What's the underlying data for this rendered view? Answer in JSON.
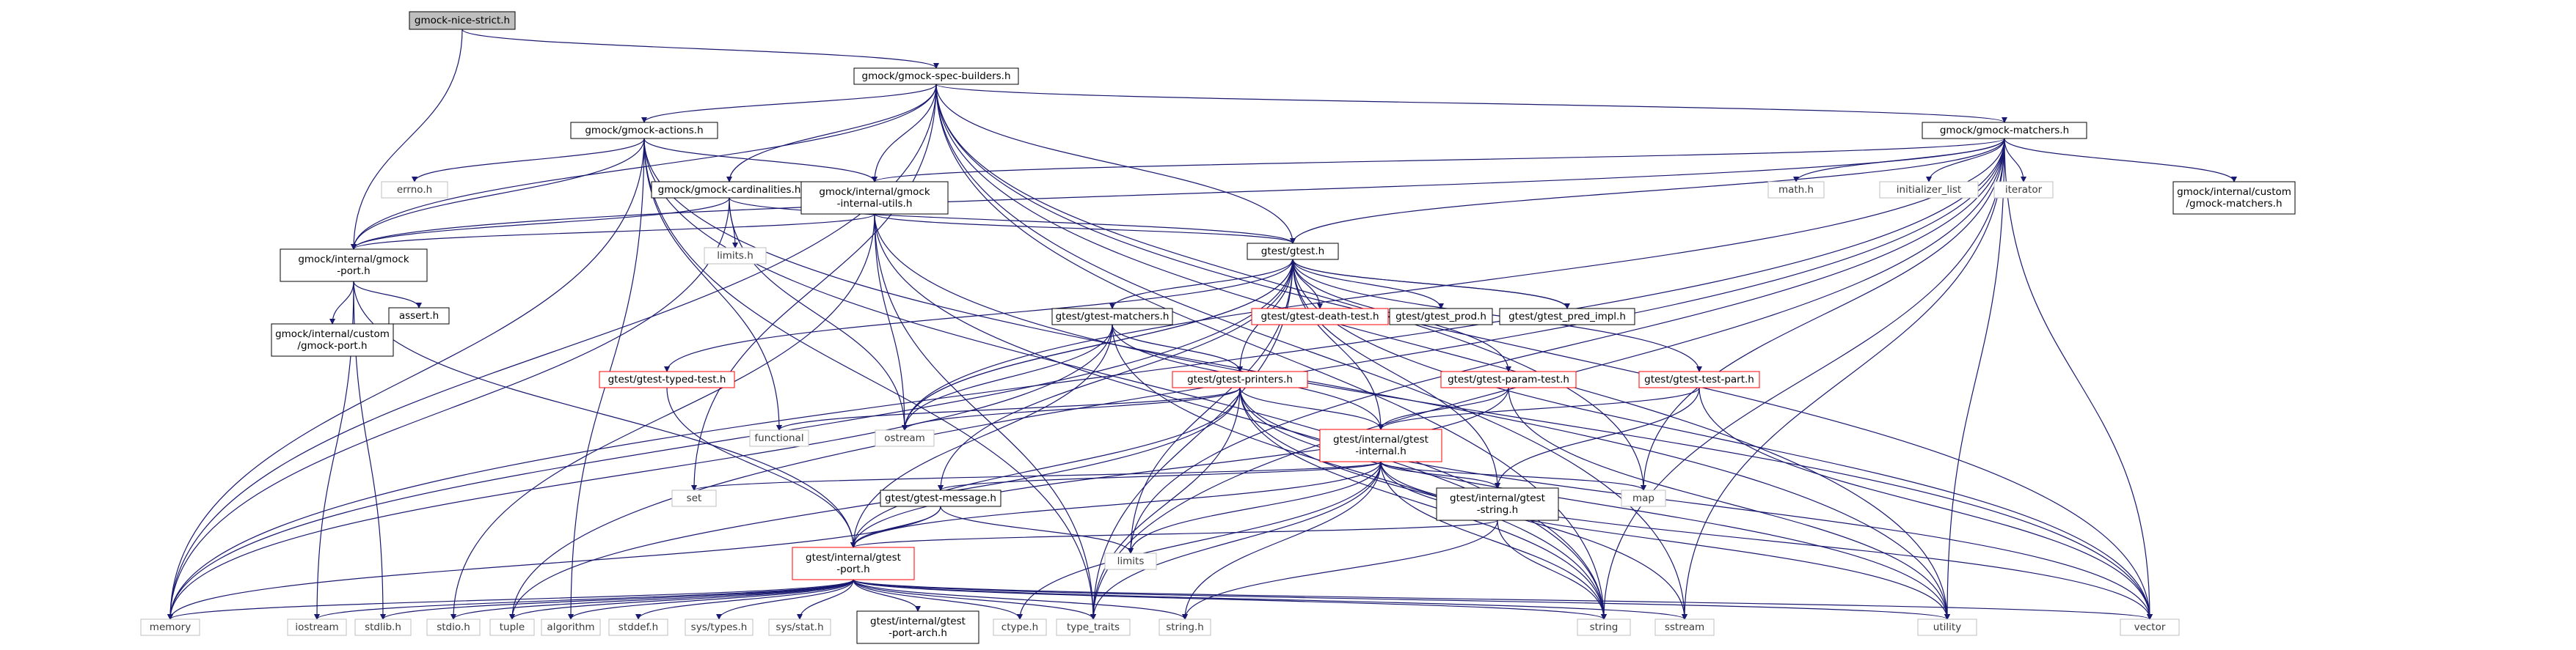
{
  "diagram": {
    "nodes": [
      {
        "id": "root",
        "lines": [
          "gmock-nice-strict.h"
        ],
        "style": "root"
      },
      {
        "id": "specb",
        "lines": [
          "gmock/gmock-spec-builders.h"
        ],
        "style": "doc"
      },
      {
        "id": "actions",
        "lines": [
          "gmock/gmock-actions.h"
        ],
        "style": "doc"
      },
      {
        "id": "matchers",
        "lines": [
          "gmock/gmock-matchers.h"
        ],
        "style": "doc"
      },
      {
        "id": "card",
        "lines": [
          "gmock/gmock-cardinalities.h"
        ],
        "style": "doc"
      },
      {
        "id": "intutils",
        "lines": [
          "gmock/internal/gmock",
          "-internal-utils.h"
        ],
        "style": "doc"
      },
      {
        "id": "gmport",
        "lines": [
          "gmock/internal/gmock",
          "-port.h"
        ],
        "style": "doc"
      },
      {
        "id": "gmcustomport",
        "lines": [
          "gmock/internal/custom",
          "/gmock-port.h"
        ],
        "style": "doc"
      },
      {
        "id": "assert",
        "lines": [
          "assert.h"
        ],
        "style": "doc"
      },
      {
        "id": "errno",
        "lines": [
          "errno.h"
        ],
        "style": "sys"
      },
      {
        "id": "limitsh",
        "lines": [
          "limits.h"
        ],
        "style": "sys"
      },
      {
        "id": "gtest",
        "lines": [
          "gtest/gtest.h"
        ],
        "style": "doc"
      },
      {
        "id": "mathh",
        "lines": [
          "math.h"
        ],
        "style": "sys"
      },
      {
        "id": "initlist",
        "lines": [
          "initializer_list"
        ],
        "style": "sys"
      },
      {
        "id": "iterator",
        "lines": [
          "iterator"
        ],
        "style": "sys"
      },
      {
        "id": "gmcustommatch",
        "lines": [
          "gmock/internal/custom",
          "/gmock-matchers.h"
        ],
        "style": "doc"
      },
      {
        "id": "deathtest",
        "lines": [
          "gtest/gtest-death-test.h"
        ],
        "style": "red"
      },
      {
        "id": "gtprod",
        "lines": [
          "gtest/gtest_prod.h"
        ],
        "style": "doc"
      },
      {
        "id": "predimpl",
        "lines": [
          "gtest/gtest_pred_impl.h"
        ],
        "style": "doc"
      },
      {
        "id": "gtmatchers",
        "lines": [
          "gtest/gtest-matchers.h"
        ],
        "style": "doc"
      },
      {
        "id": "typedtest",
        "lines": [
          "gtest/gtest-typed-test.h"
        ],
        "style": "red"
      },
      {
        "id": "printers",
        "lines": [
          "gtest/gtest-printers.h"
        ],
        "style": "red"
      },
      {
        "id": "paramtest",
        "lines": [
          "gtest/gtest-param-test.h"
        ],
        "style": "red"
      },
      {
        "id": "testpart",
        "lines": [
          "gtest/gtest-test-part.h"
        ],
        "style": "red"
      },
      {
        "id": "functional",
        "lines": [
          "functional"
        ],
        "style": "sys"
      },
      {
        "id": "ostream",
        "lines": [
          "ostream"
        ],
        "style": "sys"
      },
      {
        "id": "gtinternal",
        "lines": [
          "gtest/internal/gtest",
          "-internal.h"
        ],
        "style": "red"
      },
      {
        "id": "set",
        "lines": [
          "set"
        ],
        "style": "sys"
      },
      {
        "id": "message",
        "lines": [
          "gtest/gtest-message.h"
        ],
        "style": "doc"
      },
      {
        "id": "gtstring",
        "lines": [
          "gtest/internal/gtest",
          "-string.h"
        ],
        "style": "doc"
      },
      {
        "id": "map",
        "lines": [
          "map"
        ],
        "style": "sys"
      },
      {
        "id": "limits",
        "lines": [
          "limits"
        ],
        "style": "sys"
      },
      {
        "id": "gtport",
        "lines": [
          "gtest/internal/gtest",
          "-port.h"
        ],
        "style": "red"
      },
      {
        "id": "memory",
        "lines": [
          "memory"
        ],
        "style": "sys"
      },
      {
        "id": "iostream",
        "lines": [
          "iostream"
        ],
        "style": "sys"
      },
      {
        "id": "stdlibh",
        "lines": [
          "stdlib.h"
        ],
        "style": "sys"
      },
      {
        "id": "stdioh",
        "lines": [
          "stdio.h"
        ],
        "style": "sys"
      },
      {
        "id": "tuple",
        "lines": [
          "tuple"
        ],
        "style": "sys"
      },
      {
        "id": "algorithm",
        "lines": [
          "algorithm"
        ],
        "style": "sys"
      },
      {
        "id": "stddefh",
        "lines": [
          "stddef.h"
        ],
        "style": "sys"
      },
      {
        "id": "systypes",
        "lines": [
          "sys/types.h"
        ],
        "style": "sys"
      },
      {
        "id": "sysstat",
        "lines": [
          "sys/stat.h"
        ],
        "style": "sys"
      },
      {
        "id": "portarch",
        "lines": [
          "gtest/internal/gtest",
          "-port-arch.h"
        ],
        "style": "doc"
      },
      {
        "id": "ctypeh",
        "lines": [
          "ctype.h"
        ],
        "style": "sys"
      },
      {
        "id": "typetraits",
        "lines": [
          "type_traits"
        ],
        "style": "sys"
      },
      {
        "id": "stringh",
        "lines": [
          "string.h"
        ],
        "style": "sys"
      },
      {
        "id": "string",
        "lines": [
          "string"
        ],
        "style": "sys"
      },
      {
        "id": "sstream",
        "lines": [
          "sstream"
        ],
        "style": "sys"
      },
      {
        "id": "utility",
        "lines": [
          "utility"
        ],
        "style": "sys"
      },
      {
        "id": "vector",
        "lines": [
          "vector"
        ],
        "style": "sys"
      }
    ],
    "edges": [
      [
        "root",
        "specb"
      ],
      [
        "root",
        "gmport"
      ],
      [
        "specb",
        "actions"
      ],
      [
        "specb",
        "matchers"
      ],
      [
        "specb",
        "card"
      ],
      [
        "specb",
        "intutils"
      ],
      [
        "specb",
        "gmport"
      ],
      [
        "specb",
        "gtest"
      ],
      [
        "specb",
        "memory"
      ],
      [
        "specb",
        "set"
      ],
      [
        "specb",
        "string"
      ],
      [
        "specb",
        "utility"
      ],
      [
        "specb",
        "vector"
      ],
      [
        "specb",
        "map"
      ],
      [
        "specb",
        "sstream"
      ],
      [
        "actions",
        "gmport"
      ],
      [
        "actions",
        "intutils"
      ],
      [
        "actions",
        "errno"
      ],
      [
        "actions",
        "memory"
      ],
      [
        "actions",
        "algorithm"
      ],
      [
        "actions",
        "functional"
      ],
      [
        "actions",
        "string"
      ],
      [
        "actions",
        "type_traits_dummy"
      ],
      [
        "actions",
        "utility"
      ],
      [
        "matchers",
        "gmport"
      ],
      [
        "matchers",
        "intutils"
      ],
      [
        "matchers",
        "gtest"
      ],
      [
        "matchers",
        "mathh"
      ],
      [
        "matchers",
        "initlist"
      ],
      [
        "matchers",
        "iterator"
      ],
      [
        "matchers",
        "gmcustommatch"
      ],
      [
        "matchers",
        "memory"
      ],
      [
        "matchers",
        "ostream"
      ],
      [
        "matchers",
        "sstream"
      ],
      [
        "matchers",
        "string"
      ],
      [
        "matchers",
        "type_traits_dummy"
      ],
      [
        "matchers",
        "utility"
      ],
      [
        "matchers",
        "vector"
      ],
      [
        "matchers",
        "limits"
      ],
      [
        "matchers",
        "map"
      ],
      [
        "matchers",
        "tuple"
      ],
      [
        "card",
        "gmport"
      ],
      [
        "card",
        "gtest"
      ],
      [
        "card",
        "limitsh"
      ],
      [
        "card",
        "memory"
      ],
      [
        "card",
        "ostream"
      ],
      [
        "intutils",
        "gmport"
      ],
      [
        "intutils",
        "gtest"
      ],
      [
        "intutils",
        "stdioh"
      ],
      [
        "intutils",
        "ostream"
      ],
      [
        "intutils",
        "string"
      ],
      [
        "intutils",
        "type_traits_dummy"
      ],
      [
        "intutils",
        "vector"
      ],
      [
        "gmport",
        "gmcustomport"
      ],
      [
        "gmport",
        "assert"
      ],
      [
        "gmport",
        "gtport"
      ],
      [
        "gmport",
        "stdlibh"
      ],
      [
        "gmport",
        "iostream"
      ],
      [
        "gtest",
        "deathtest"
      ],
      [
        "gtest",
        "gtprod"
      ],
      [
        "gtest",
        "predimpl"
      ],
      [
        "gtest",
        "gtmatchers"
      ],
      [
        "gtest",
        "typedtest"
      ],
      [
        "gtest",
        "printers"
      ],
      [
        "gtest",
        "paramtest"
      ],
      [
        "gtest",
        "testpart"
      ],
      [
        "gtest",
        "ostream"
      ],
      [
        "gtest",
        "gtinternal"
      ],
      [
        "gtest",
        "message"
      ],
      [
        "gtest",
        "gtstring"
      ],
      [
        "gtest",
        "limits"
      ],
      [
        "gtest",
        "memory"
      ],
      [
        "gtest",
        "vector"
      ],
      [
        "gtest",
        "type_traits_dummy"
      ],
      [
        "gtest",
        "ostream"
      ],
      [
        "predimpl",
        "gtest"
      ],
      [
        "gtmatchers",
        "printers"
      ],
      [
        "gtmatchers",
        "gtinternal"
      ],
      [
        "gtmatchers",
        "gtport"
      ],
      [
        "gtmatchers",
        "memory"
      ],
      [
        "gtmatchers",
        "ostream"
      ],
      [
        "gtmatchers",
        "string"
      ],
      [
        "typedtest",
        "gtport"
      ],
      [
        "printers",
        "gtinternal"
      ],
      [
        "printers",
        "gtport"
      ],
      [
        "printers",
        "functional"
      ],
      [
        "printers",
        "ostream"
      ],
      [
        "printers",
        "sstream"
      ],
      [
        "printers",
        "string"
      ],
      [
        "printers",
        "tuple"
      ],
      [
        "printers",
        "type_traits_dummy"
      ],
      [
        "printers",
        "utility"
      ],
      [
        "printers",
        "vector"
      ],
      [
        "paramtest",
        "gtinternal"
      ],
      [
        "paramtest",
        "gtport"
      ],
      [
        "paramtest",
        "utility"
      ],
      [
        "testpart",
        "gtinternal"
      ],
      [
        "testpart",
        "gtstring"
      ],
      [
        "testpart",
        "vector"
      ],
      [
        "gtinternal",
        "gtport"
      ],
      [
        "gtinternal",
        "message"
      ],
      [
        "gtinternal",
        "gtstring"
      ],
      [
        "gtinternal",
        "set"
      ],
      [
        "gtinternal",
        "map"
      ],
      [
        "gtinternal",
        "limits"
      ],
      [
        "gtinternal",
        "ctypeh"
      ],
      [
        "gtinternal",
        "stringh"
      ],
      [
        "gtinternal",
        "string"
      ],
      [
        "gtinternal",
        "type_traits_dummy"
      ],
      [
        "gtinternal",
        "utility"
      ],
      [
        "gtinternal",
        "vector"
      ],
      [
        "message",
        "gtport"
      ],
      [
        "message",
        "limits"
      ],
      [
        "message",
        "memory"
      ],
      [
        "gtstring",
        "gtport"
      ],
      [
        "gtstring",
        "stringh"
      ],
      [
        "gtstring",
        "string"
      ],
      [
        "gtport",
        "memory"
      ],
      [
        "gtport",
        "iostream"
      ],
      [
        "gtport",
        "stdlibh"
      ],
      [
        "gtport",
        "stdioh"
      ],
      [
        "gtport",
        "tuple"
      ],
      [
        "gtport",
        "algorithm"
      ],
      [
        "gtport",
        "stddefh"
      ],
      [
        "gtport",
        "systypes"
      ],
      [
        "gtport",
        "sysstat"
      ],
      [
        "gtport",
        "portarch"
      ],
      [
        "gtport",
        "ctypeh"
      ],
      [
        "gtport",
        "type_traits_dummy"
      ],
      [
        "gtport",
        "stringh"
      ],
      [
        "gtport",
        "string"
      ],
      [
        "gtport",
        "sstream"
      ],
      [
        "gtport",
        "utility"
      ],
      [
        "gtport",
        "vector"
      ]
    ],
    "colors": {
      "edge": "#191970",
      "box_border": "#000000",
      "sys_border": "#bfbfbf",
      "red_border": "#ff0000",
      "root_fill": "#bfbfbf",
      "text": "#000000",
      "sys_text": "#3a3a3a"
    }
  }
}
